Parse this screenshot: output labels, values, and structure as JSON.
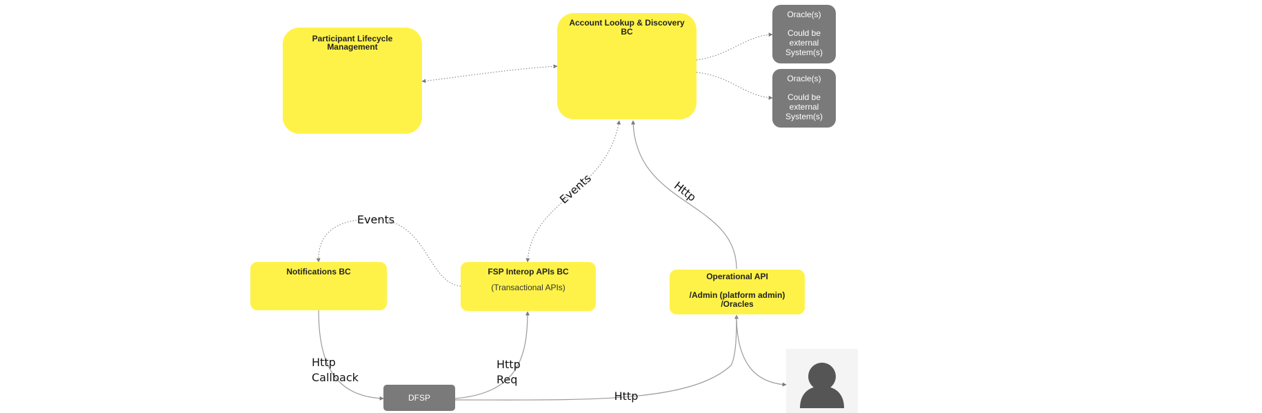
{
  "colors": {
    "component_fill": "#fef249",
    "external_fill": "#7a7a7a",
    "user_icon": "#555555",
    "user_bg": "#f4f4f4",
    "edge": "#9a9a9a"
  },
  "nodes": {
    "participant": {
      "title_line1": "Participant Lifecycle",
      "title_line2": "Management"
    },
    "account_lookup": {
      "title_line1": "Account Lookup & Discovery",
      "title_line2": "BC"
    },
    "oracle_1": {
      "line1": "Oracle(s)",
      "line2": "Could be",
      "line3": "external",
      "line4": "System(s)"
    },
    "oracle_2": {
      "line1": "Oracle(s)",
      "line2": "Could be",
      "line3": "external",
      "line4": "System(s)"
    },
    "notifications": {
      "title": "Notifications BC"
    },
    "fsp_interop": {
      "title": "FSP Interop APIs BC",
      "subtitle": "(Transactional APIs)"
    },
    "operational_api": {
      "title": "Operational API",
      "line2": "/Admin (platform admin)",
      "line3": "/Oracles"
    },
    "dfsp": {
      "label": "DFSP"
    },
    "user": {
      "icon": "person-icon"
    }
  },
  "edges": {
    "events_fsp_to_alookup": "Events",
    "http_op_to_alookup": "Http",
    "events_fsp_to_notifications": "Events",
    "http_callback_line1": "Http",
    "http_callback_line2": "Callback",
    "http_req_line1": "Http",
    "http_req_line2": "Req",
    "http_dfsp_to_op": "Http"
  }
}
